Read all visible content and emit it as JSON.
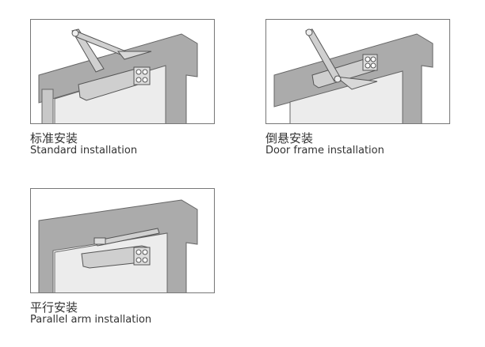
{
  "installations": [
    {
      "title_zh": "标准安装",
      "title_en": "Standard installation"
    },
    {
      "title_zh": "倒悬安装",
      "title_en": "Door frame installation"
    },
    {
      "title_zh": "平行安装",
      "title_en": "Parallel arm installation"
    }
  ],
  "colors": {
    "frame": "#a9a9a9",
    "door": "#ececec",
    "closer": "#c9c9c9",
    "outline": "#666666"
  }
}
